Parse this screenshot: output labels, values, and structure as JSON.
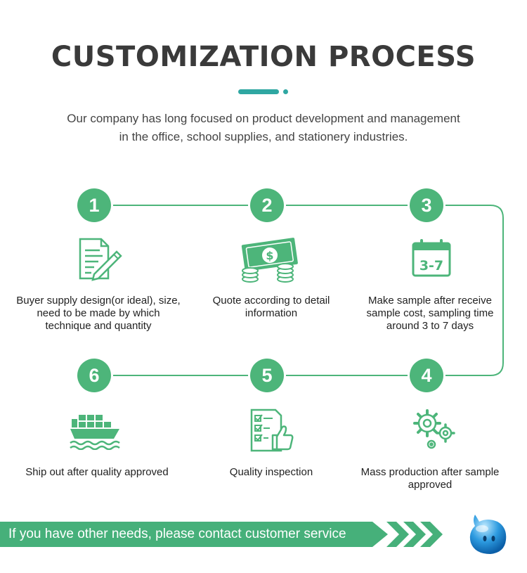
{
  "header": {
    "title": "CUSTOMIZATION PROCESS",
    "intro_line1": "Our company has long focused on product development and management",
    "intro_line2": "in the office, school supplies, and stationery industries."
  },
  "steps": [
    {
      "number": "1",
      "icon": "document-pen-icon",
      "lines": [
        "Buyer supply design(or ideal), size,",
        "need to be made by which",
        "technique and quantity"
      ]
    },
    {
      "number": "2",
      "icon": "money-coins-icon",
      "lines": [
        "Quote according to detail",
        "information"
      ]
    },
    {
      "number": "3",
      "icon": "calendar-icon",
      "calendar_text": "3-7",
      "lines": [
        "Make sample after receive",
        "sample cost, sampling time",
        "around 3 to 7 days"
      ]
    },
    {
      "number": "4",
      "icon": "gears-icon",
      "lines": [
        "Mass production after sample",
        "approved"
      ]
    },
    {
      "number": "5",
      "icon": "checklist-thumbs-up-icon",
      "lines": [
        "Quality inspection"
      ]
    },
    {
      "number": "6",
      "icon": "cargo-ship-icon",
      "lines": [
        "Ship out after quality approved"
      ]
    }
  ],
  "footer": {
    "banner_text": "If you have other needs, please contact customer service",
    "mascot_icon": "chat-bubble-mascot-icon"
  },
  "colors": {
    "accent_green": "#4db57a",
    "teal": "#2fa7a2",
    "title_text": "#3a3a3a"
  }
}
